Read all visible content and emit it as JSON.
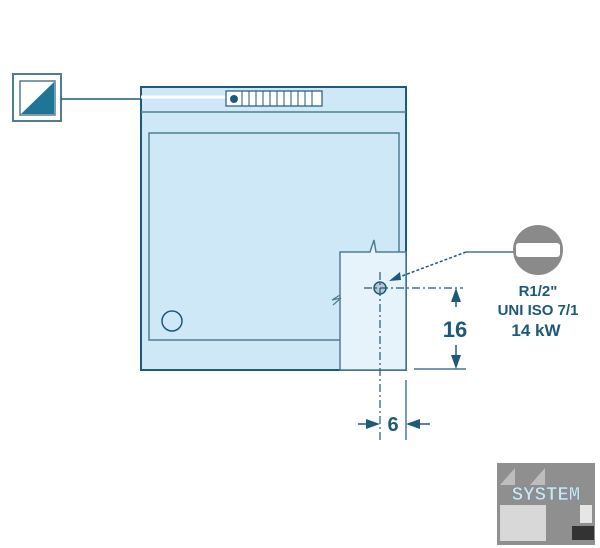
{
  "gas_connection": {
    "thread": "R1/2\"",
    "standard": "UNI ISO 7/1",
    "power": "14 kW"
  },
  "dimensions": {
    "height": "16",
    "offset": "6"
  },
  "logo": {
    "text": "SYSTEM"
  },
  "colors": {
    "line": "#1d5a7a",
    "fill": "#cfe8f7",
    "light": "#e6f3fb",
    "gas": "#8a8a8a"
  }
}
